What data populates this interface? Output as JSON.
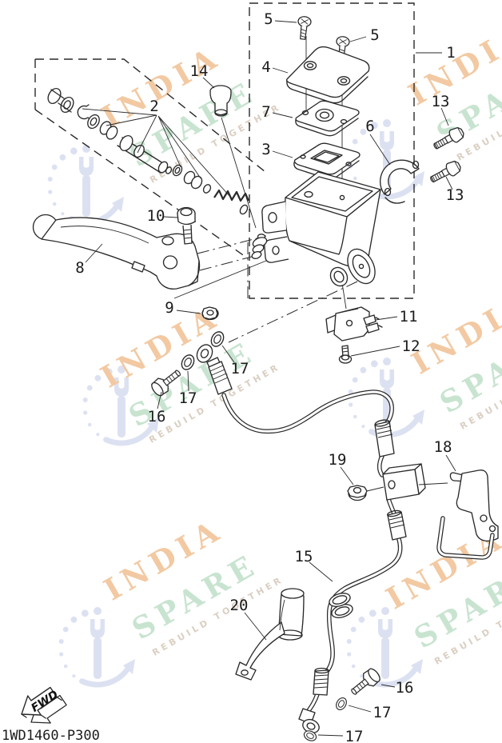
{
  "watermark": {
    "word1": "INDIA",
    "word2": "SPARE",
    "tagline": "REBUILD TOGETHER"
  },
  "colors": {
    "wm-india": "#f2c9a2",
    "wm-spare": "#c8e4d0",
    "wm-tagline": "#dacfc2",
    "wm-emblem": "#dce1f2",
    "line": "#2a2a2a",
    "bg": "#ffffff"
  },
  "footer": {
    "part_code": "1WD1460-P300",
    "fwd_label": "FWD"
  },
  "callouts": [
    {
      "label": "5"
    },
    {
      "label": "5"
    },
    {
      "label": "1"
    },
    {
      "label": "4"
    },
    {
      "label": "14"
    },
    {
      "label": "2"
    },
    {
      "label": "7"
    },
    {
      "label": "13"
    },
    {
      "label": "6"
    },
    {
      "label": "3"
    },
    {
      "label": "13"
    },
    {
      "label": "10"
    },
    {
      "label": "8"
    },
    {
      "label": "9"
    },
    {
      "label": "11"
    },
    {
      "label": "12"
    },
    {
      "label": "17"
    },
    {
      "label": "17"
    },
    {
      "label": "16"
    },
    {
      "label": "19"
    },
    {
      "label": "18"
    },
    {
      "label": "15"
    },
    {
      "label": "20"
    },
    {
      "label": "16"
    },
    {
      "label": "17"
    },
    {
      "label": "17"
    }
  ]
}
